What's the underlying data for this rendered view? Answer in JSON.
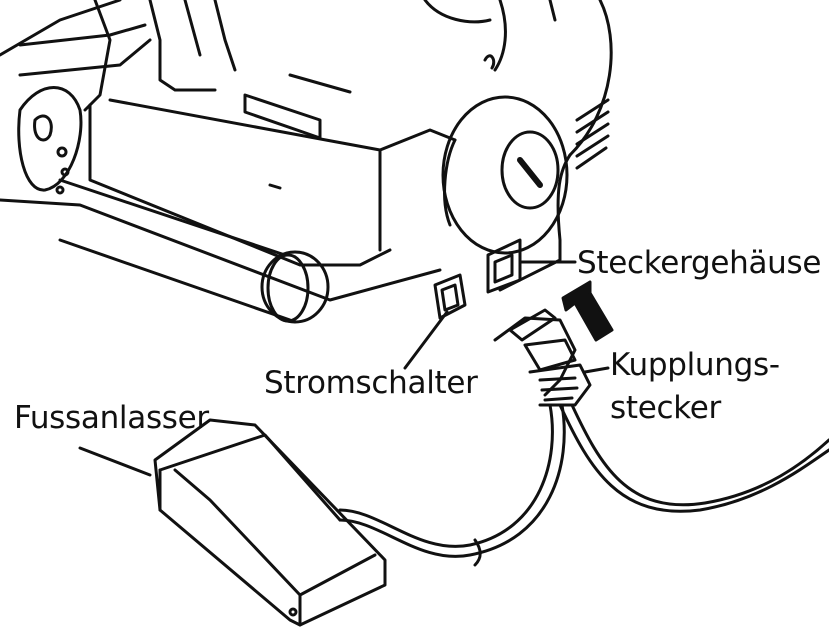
{
  "colors": {
    "ink": "#111111",
    "paper": "#ffffff"
  },
  "labels": {
    "steckergehaeuse": "Steckergehäuse",
    "kupplungsstecker_line1": "Kupplungs-",
    "kupplungsstecker_line2": "stecker",
    "stromschalter": "Stromschalter",
    "fussanlasser": "Fussanlasser"
  }
}
